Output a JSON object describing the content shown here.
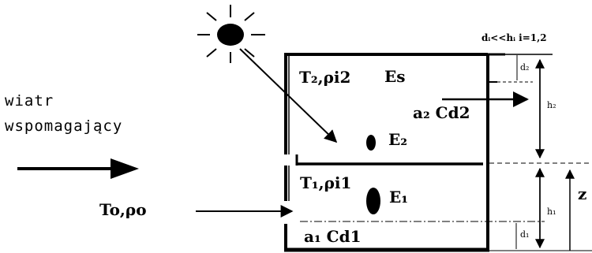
{
  "labels": {
    "wind_line1": "wiatr",
    "wind_line2": "wspomagający",
    "upper_zone": "T₂,ρi2",
    "solar_gain_top": "Es",
    "upper_opening": "a₂ Cd2",
    "upper_source": "E₂",
    "lower_zone": "T₁,ρi1",
    "lower_source": "E₁",
    "lower_opening": "a₁ Cd1",
    "ambient": "To,ρo",
    "condition": "dᵢ<<hᵢ  i=1,2",
    "d2": "d₂",
    "d1": "d₁",
    "h2": "h₂",
    "h1": "h₁",
    "z": "z"
  }
}
